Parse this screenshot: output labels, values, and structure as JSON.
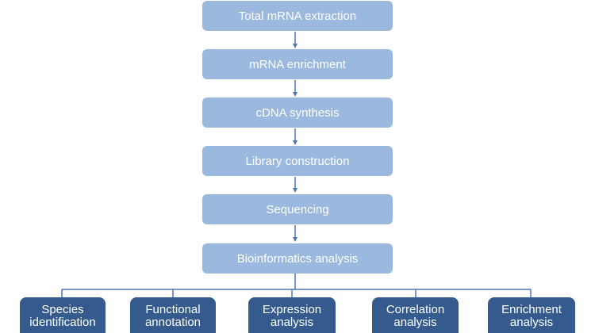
{
  "colors": {
    "step_fill": "#9bb8de",
    "analysis_fill": "#345a8e",
    "connector": "#4f76b4",
    "text": "#ffffff"
  },
  "pipeline": {
    "steps": [
      {
        "label": "Total mRNA extraction"
      },
      {
        "label": "mRNA enrichment"
      },
      {
        "label": "cDNA synthesis"
      },
      {
        "label": "Library construction"
      },
      {
        "label": "Sequencing"
      },
      {
        "label": "Bioinformatics analysis"
      }
    ]
  },
  "analyses": [
    {
      "line1": "Species",
      "line2": "identification"
    },
    {
      "line1": "Functional",
      "line2": "annotation"
    },
    {
      "line1": "Expression",
      "line2": "analysis"
    },
    {
      "line1": "Correlation",
      "line2": "analysis"
    },
    {
      "line1": "Enrichment",
      "line2": "analysis"
    }
  ]
}
